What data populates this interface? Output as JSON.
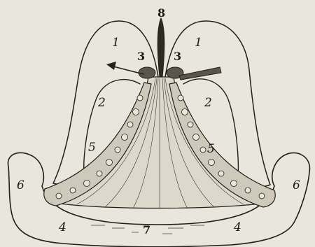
{
  "figure": {
    "labels": {
      "l1_left": "1",
      "l1_right": "1",
      "l2_left": "2",
      "l2_right": "2",
      "l3_left": "3",
      "l3_right": "3",
      "l4_left": "4",
      "l4_right": "4",
      "l5_left": "5",
      "l5_right": "5",
      "l6_left": "6",
      "l6_right": "6",
      "l7": "7",
      "l8": "8"
    }
  },
  "colors": {
    "paper": "#e9e6de",
    "ink": "#23201b",
    "shade": "#3a352e"
  }
}
